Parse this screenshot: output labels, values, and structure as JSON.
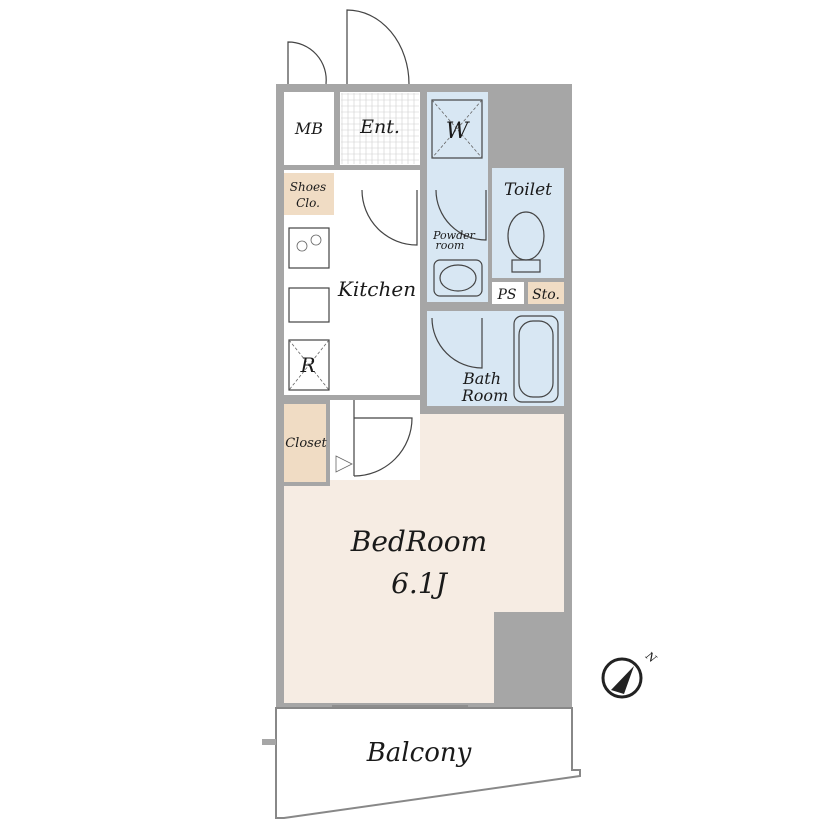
{
  "rooms": {
    "mb": "MB",
    "entrance": "Ent.",
    "washer": "W",
    "shoes_closet_line1": "Shoes",
    "shoes_closet_line2": "Clo.",
    "toilet": "Toilet",
    "powder_room_line1": "Powder",
    "powder_room_line2": "room",
    "kitchen": "Kitchen",
    "ps": "PS",
    "storage": "Sto.",
    "refrigerator": "R",
    "bath_line1": "Bath",
    "bath_line2": "Room",
    "closet": "Closet",
    "bedroom": "BedRoom",
    "bedroom_size": "6.1J",
    "balcony": "Balcony"
  },
  "compass": {
    "label": "N"
  },
  "colors": {
    "wall": "#a6a6a6",
    "wet_area": "#d8e7f3",
    "bedroom_floor": "#f6ece3",
    "storage": "#f0dcc4"
  }
}
